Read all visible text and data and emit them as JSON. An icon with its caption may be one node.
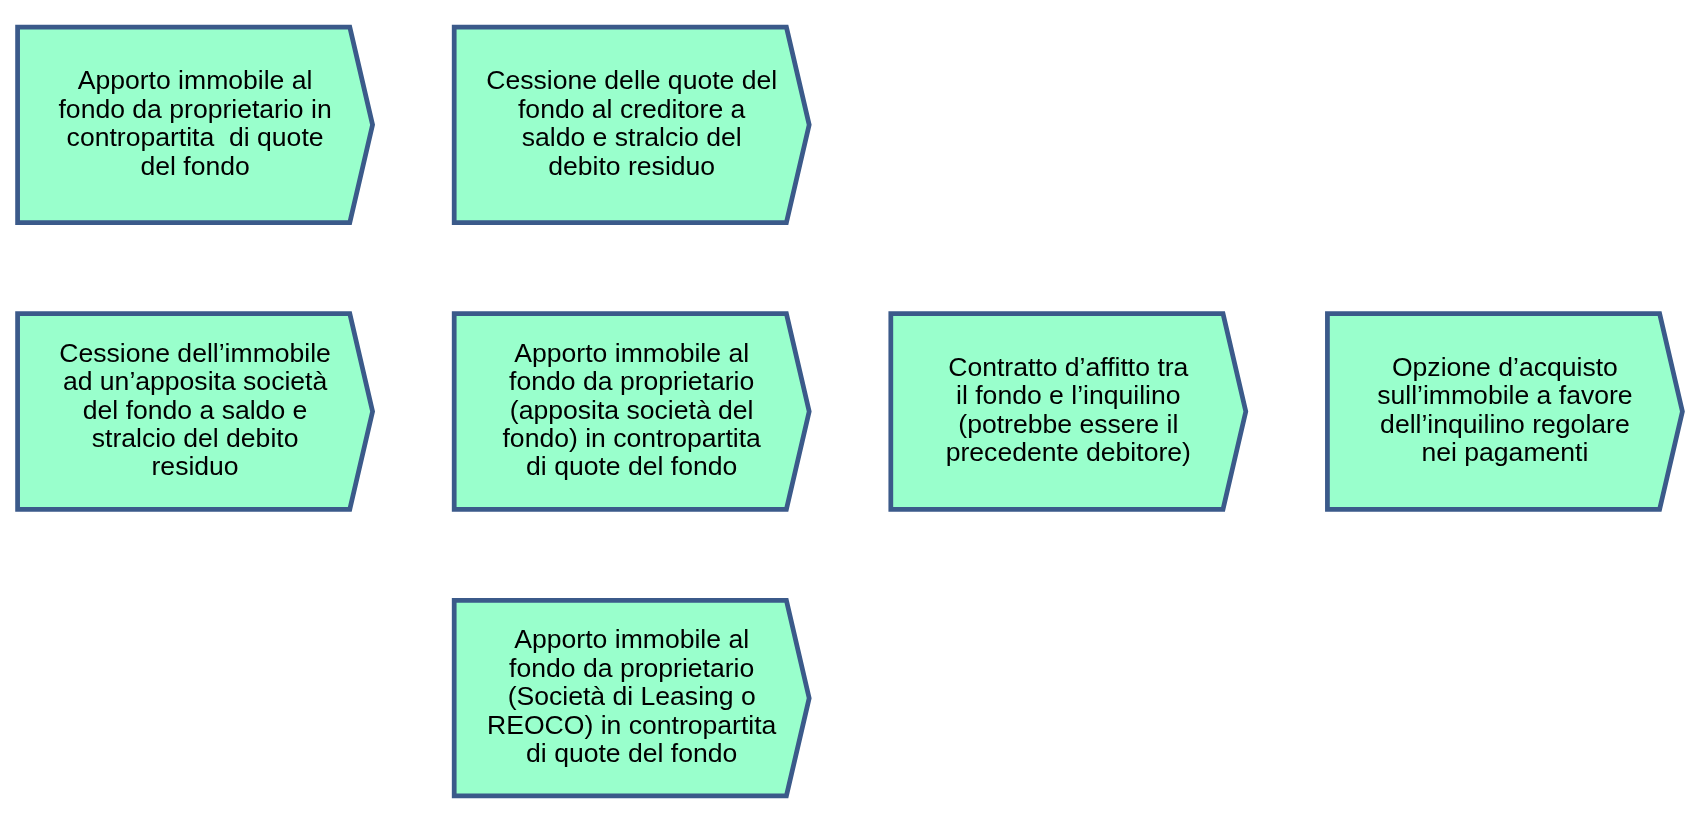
{
  "diagram": {
    "nodes": [
      {
        "text": [
          "Apporto immobile al fondo da proprietario in contropartita  di quote del fondo"
        ]
      },
      {
        "text": [
          "Cessione delle quote del fondo al creditore a saldo e stralcio del debito residuo"
        ]
      },
      {
        "text": [
          "Cessione dell’immobile ad un’apposita società del fondo a saldo e stralcio del debito residuo"
        ]
      },
      {
        "text": [
          "Apporto immobile al fondo da proprietario (apposita società del fondo) in contropartita di quote del fondo"
        ]
      },
      {
        "text": [
          "Apporto immobile al fondo da proprietario (Società di Leasing o REOCO) in contropartita di quote del fondo"
        ]
      },
      {
        "text": [
          "Contratto d’affitto tra il fondo e l’inquilino (potrebbe essere il precedente debitore)"
        ]
      },
      {
        "text": [
          "Opzione d’acquisto sull’immobile a favore dell’inquilino regolare nei pagamenti"
        ]
      }
    ]
  }
}
